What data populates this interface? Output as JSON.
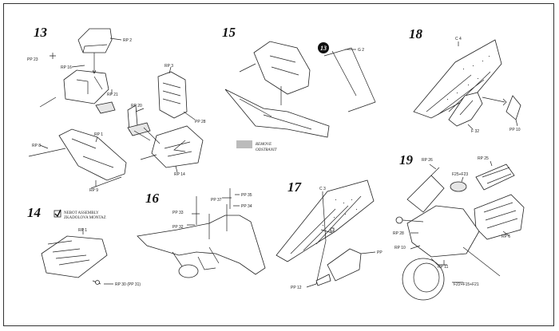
{
  "steps": [
    {
      "number": "13",
      "labels": [
        "RP 2",
        "PP 23",
        "RP 16",
        "RP 21",
        "RP 20",
        "RP 3",
        "PP 28",
        "RP 8",
        "RP 1",
        "RP 9",
        "RP 14"
      ]
    },
    {
      "number": "14",
      "labels": [
        "RP 1",
        "RP 30 (PP 31)"
      ],
      "note_lines": [
        "NEBOT ASSEMBLY",
        "ZKADOLOVA MONTAZ"
      ]
    },
    {
      "number": "15",
      "labels": [
        "G 2"
      ],
      "ref_step": "13",
      "note_lines": [
        "REMOVE",
        "ODSTRANIT"
      ]
    },
    {
      "number": "16",
      "labels": [
        "PP 33",
        "PP 37",
        "PP 35",
        "PP 34",
        "PP 32"
      ]
    },
    {
      "number": "17",
      "labels": [
        "C 3",
        "PP",
        "PP 12"
      ]
    },
    {
      "number": "18",
      "labels": [
        "C 4",
        "F 32",
        "PP 10"
      ]
    },
    {
      "number": "19",
      "labels": [
        "RP 26",
        "F25+F23",
        "RP 25",
        "RP 28",
        "RP 6",
        "RP 10",
        "RP 11",
        "F22+F15+F21"
      ]
    }
  ]
}
